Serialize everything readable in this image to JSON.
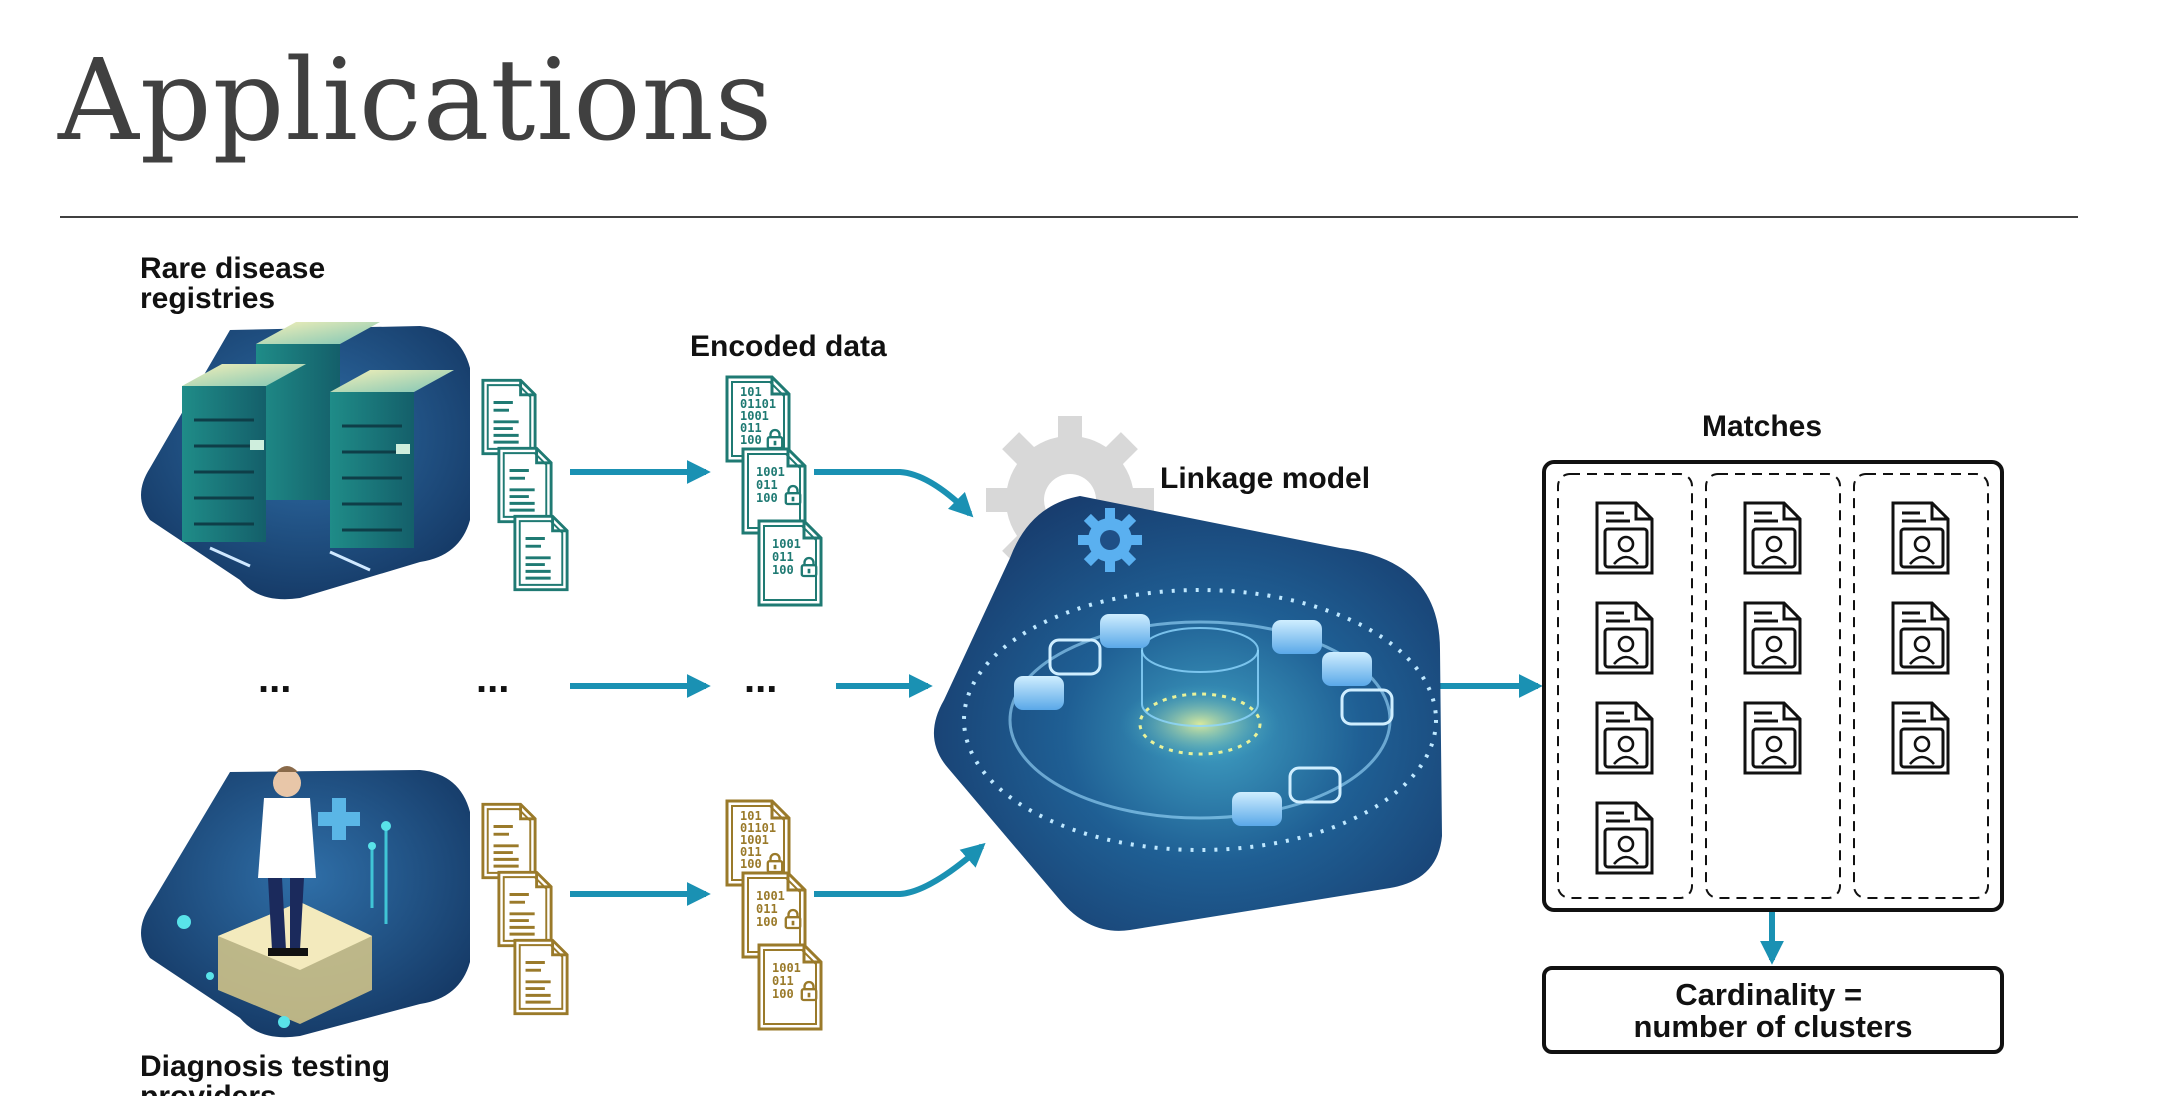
{
  "slide": {
    "title": "Applications"
  },
  "diagram": {
    "sources": {
      "top_label": [
        "Rare disease",
        "registries"
      ],
      "bottom_label": [
        "Diagnosis testing",
        "providers"
      ],
      "ellipsis": "..."
    },
    "encoded_label": "Encoded data",
    "bit_strings": {
      "page1": [
        "101",
        "01101",
        "1001",
        "011",
        "100"
      ],
      "page2": [
        "1001",
        "011",
        "100"
      ],
      "page3": [
        "1001",
        "011",
        "100"
      ]
    },
    "linkage_label": "Linkage model",
    "matches_label": "Matches",
    "cardinality": [
      "Cardinality =",
      "number of clusters"
    ],
    "clusters": [
      {
        "records": 4
      },
      {
        "records": 3
      },
      {
        "records": 3
      }
    ],
    "colors": {
      "arrow": "#1a91b3",
      "teal_docs": "#1f7a73",
      "gold_docs": "#9a7a2a",
      "navy": "#1b3d6e",
      "gear_grey": "#d8d8d8"
    },
    "icons": [
      "server-rack-icon",
      "doctor-icon",
      "document-icon",
      "encoded-document-icon",
      "lock-icon",
      "gear-icon",
      "person-record-icon",
      "arrow-icon"
    ]
  }
}
